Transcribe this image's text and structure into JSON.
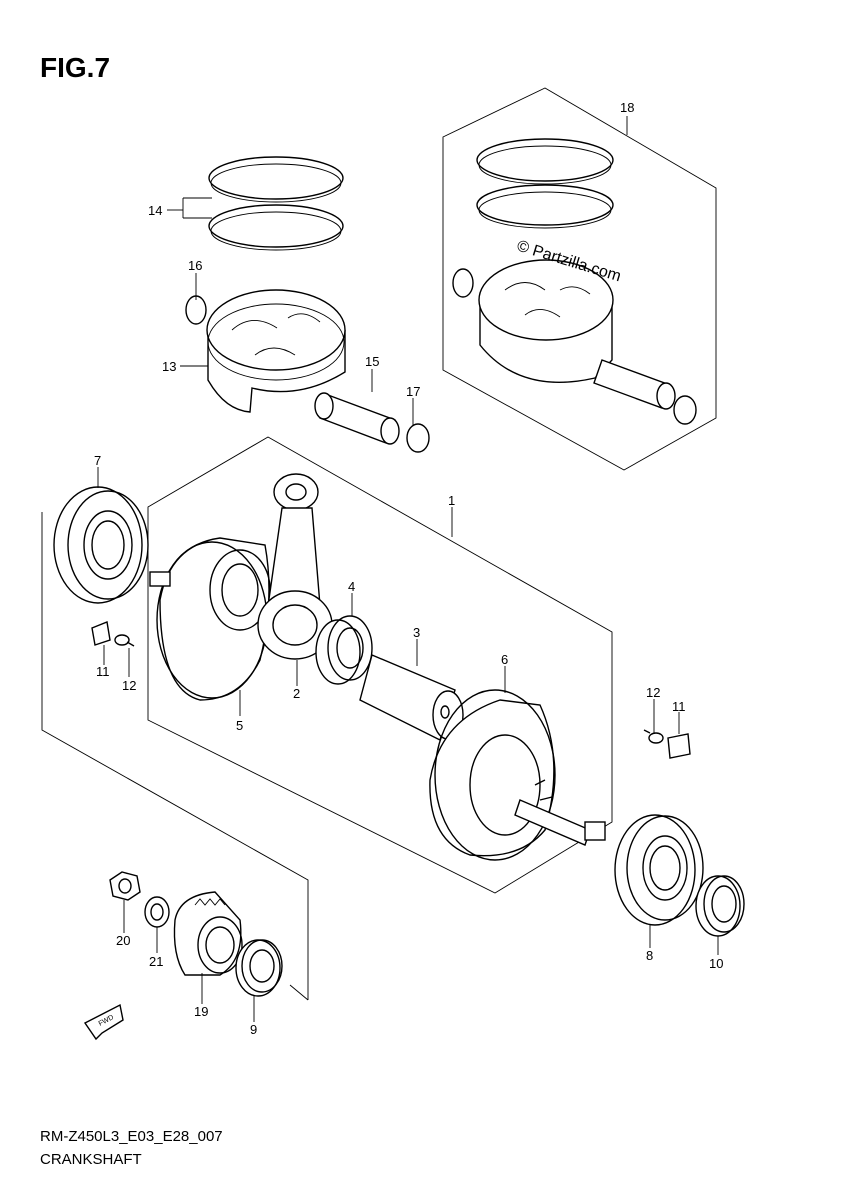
{
  "figure": {
    "title": "FIG.7"
  },
  "diagram_code": "RM-Z450L3_E03_E28_007",
  "section_name": "CRANKSHAFT",
  "watermark": "© Partzilla.com",
  "fwd_arrow_label": "FWD",
  "footer_note": "",
  "callouts": {
    "c1": "1",
    "c2": "2",
    "c3": "3",
    "c4": "4",
    "c5": "5",
    "c6": "6",
    "c7": "7",
    "c8": "8",
    "c9": "9",
    "c10": "10",
    "c11a": "11",
    "c11b": "11",
    "c12a": "12",
    "c12b": "12",
    "c13": "13",
    "c14": "14",
    "c15": "15",
    "c16": "16",
    "c17": "17",
    "c18": "18",
    "c19": "19",
    "c20": "20",
    "c21": "21"
  }
}
